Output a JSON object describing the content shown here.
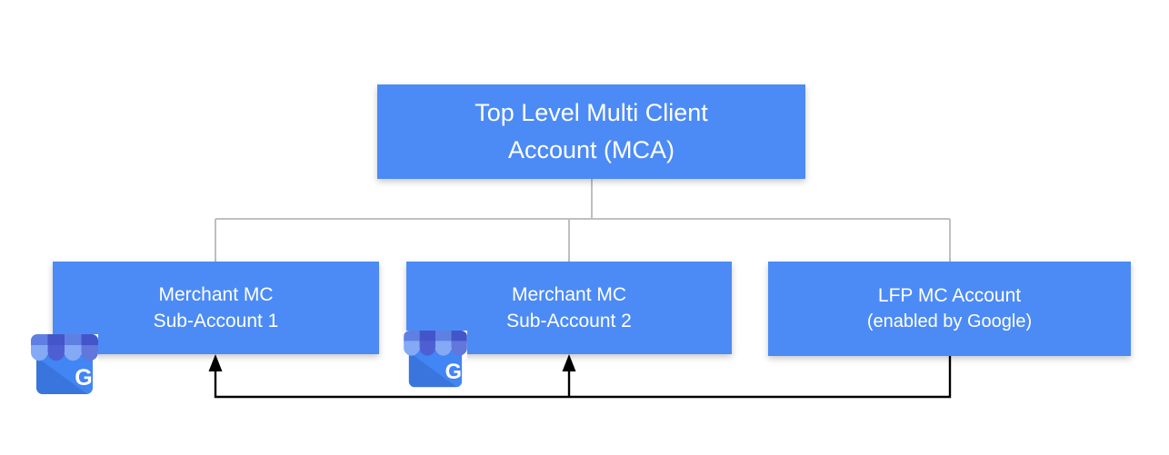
{
  "diagram": {
    "title_box": {
      "line1": "Top Level Multi Client",
      "line2": "Account (MCA)"
    },
    "sub_boxes": [
      {
        "line1": "Merchant MC",
        "line2": "Sub-Account 1"
      },
      {
        "line1": "Merchant MC",
        "line2": "Sub-Account 2"
      },
      {
        "line1": "LFP MC Account",
        "line2": "(enabled by Google)"
      }
    ],
    "icons": [
      {
        "name": "google-business-profile-icon",
        "letter": "G"
      },
      {
        "name": "google-business-profile-icon",
        "letter": "G"
      }
    ]
  },
  "colors": {
    "box_fill": "#4C8BF5",
    "box_text": "#FFFFFF",
    "connector_gray": "#BFBFBF",
    "arrow_black": "#000000",
    "icon_body": "#4285F4",
    "icon_body_shade": "#3A74DD",
    "icon_awning_dark": "#4355C8",
    "icon_awning_dark_scallop": "#4E5FD2",
    "icon_awning_medium": "#5F80E2",
    "icon_awning_light_scallop": "#84A9F5",
    "icon_awning_dark_scallop2": "#6277DB",
    "icon_letter": "#FFFFFF",
    "page_bg": "#FFFFFF"
  }
}
